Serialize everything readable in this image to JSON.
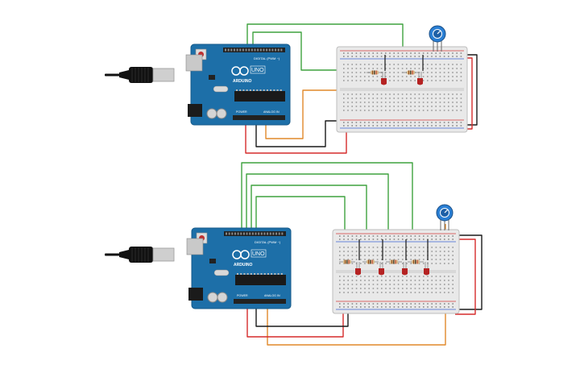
{
  "colors": {
    "background": "#ffffff",
    "board": "#1d6fa8",
    "board_dark": "#155a8a",
    "breadboard": "#e9e9e9",
    "rail_red": "#d33a3a",
    "rail_blue": "#3a63d3",
    "wire_green": "#3fa23f",
    "wire_orange": "#e0892a",
    "wire_red": "#d62b2b",
    "wire_black": "#1a1a1a",
    "led_red": "#b52222",
    "pot_blue": "#2a7fd4",
    "usb_black": "#111111",
    "usb_grey": "#cfcfcf"
  },
  "circuits": [
    {
      "id": "top",
      "board": {
        "brand": "ARDUINO",
        "model": "UNO",
        "digital_label": "DIGITAL (PWM ~)",
        "power_label": "POWER",
        "analog_label": "ANALOG IN"
      },
      "leds": 2,
      "icons": [
        "usb-cable-icon",
        "potentiometer-icon",
        "led-icon",
        "resistor-icon"
      ]
    },
    {
      "id": "bottom",
      "board": {
        "brand": "ARDUINO",
        "model": "UNO",
        "digital_label": "DIGITAL (PWM ~)",
        "power_label": "POWER",
        "analog_label": "ANALOG IN"
      },
      "leds": 4,
      "icons": [
        "usb-cable-icon",
        "potentiometer-icon",
        "led-icon",
        "resistor-icon"
      ]
    }
  ]
}
